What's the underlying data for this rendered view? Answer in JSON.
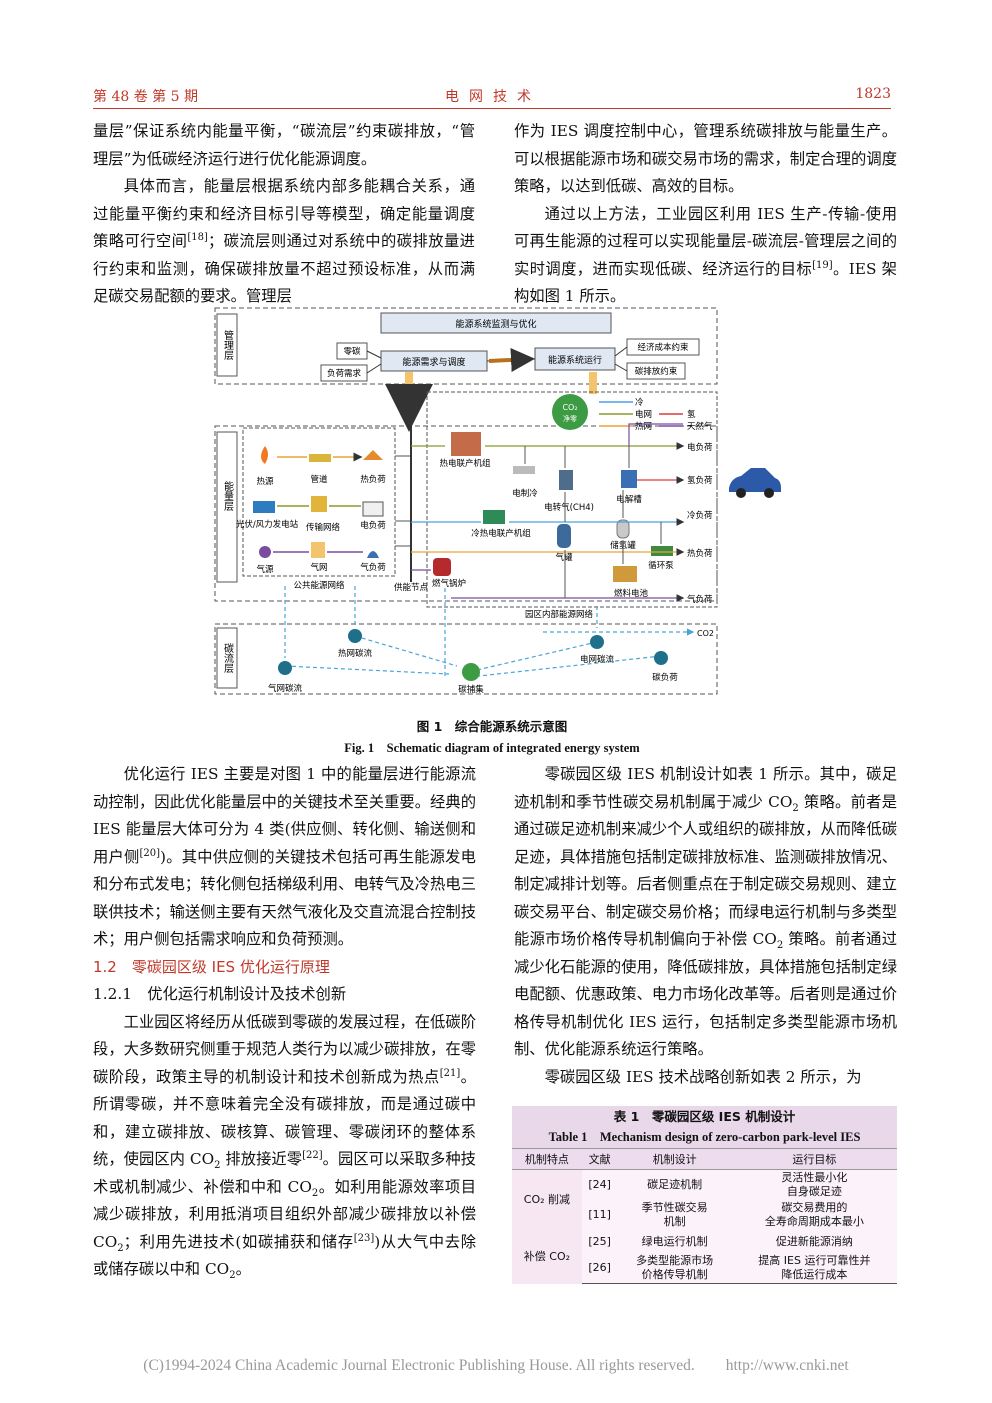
{
  "header": {
    "left": "第 48 卷 第 5 期",
    "center": "电网技术",
    "right": "1823"
  },
  "col_left_top": {
    "p1": "量层”保证系统内能量平衡，“碳流层”约束碳排放，“管理层”为低碳经济运行进行优化能源调度。",
    "p2a": "具体而言，能量层根据系统内部多能耦合关系，通过能量平衡约束和经济目标引导等模型，确定能量调度策略可行空间",
    "p2ref": "[18]",
    "p2b": "；碳流层则通过对系统中的碳排放量进行约束和监测，确保碳排放量不超过预设标准，从而满足碳交易配额的要求。管理层"
  },
  "col_right_top": {
    "p1": "作为 IES 调度控制中心，管理系统碳排放与能量生产。可以根据能源市场和碳交易市场的需求，制定合理的调度策略，以达到低碳、高效的目标。",
    "p2a": "通过以上方法，工业园区利用 IES 生产-传输-使用可再生能源的过程可以实现能量层-碳流层-管理层之间的实时调度，进而实现低碳、经济运行的目标",
    "p2ref": "[19]",
    "p2b": "。IES 架构如图 1 所示。"
  },
  "figure": {
    "layers": {
      "mgmt": "管理层",
      "energy": "能量层",
      "carbon": "碳流层"
    },
    "top_box": "能源系统监测与优化",
    "demand_box": "能源需求与调度",
    "op_box": "能源系统运行",
    "zero": "零碳",
    "load_demand": "负荷需求",
    "econ": "经济成本约束",
    "carbon_c": "碳排放约束",
    "co2_badge": "净零",
    "legend": [
      "冷",
      "电网",
      "热网",
      "氢",
      "天然气"
    ],
    "sources": [
      "热源",
      "光伏/风力发电站",
      "气源"
    ],
    "pipes": [
      "管道",
      "传输网络",
      "气网"
    ],
    "loads_left": [
      "热负荷",
      "电负荷",
      "气负荷"
    ],
    "public_net": "公共能源网络",
    "supply_node": "供能节点",
    "chp": "热电联产机组",
    "e_cool": "电制冷",
    "p2g": "电转气(CH4)",
    "electrolyzer": "电解槽",
    "cchp": "冷热电联产机组",
    "gas_tank": "气罐",
    "h2_tank": "储氢罐",
    "heat_pump": "循环泵",
    "boiler": "燃气锅炉",
    "fuel_cell": "燃料电池",
    "park_net": "园区内部能源网络",
    "loads_right": [
      "电负荷",
      "氢负荷",
      "冷负荷",
      "热负荷",
      "气负荷"
    ],
    "co2_label": "CO2",
    "carbon_items": [
      "热网碳流",
      "气网碳流",
      "碳捕集",
      "电网碳流",
      "碳负荷"
    ]
  },
  "fig_caption_cn": "图 1　综合能源系统示意图",
  "fig_caption_en": "Fig. 1　Schematic diagram of integrated energy system",
  "col_left_bottom": {
    "p1a": "优化运行 IES 主要是对图 1 中的能量层进行能源流动控制，因此优化能量层中的关键技术至关重要。经典的 IES 能量层大体可分为 4 类(供应侧、转化侧、输送侧和用户侧",
    "p1ref": "[20]",
    "p1b": ")。其中供应侧的关键技术包括可再生能源发电和分布式发电；转化侧包括梯级利用、电转气及冷热电三联供技术；输送侧主要有天然气液化及交直流混合控制技术；用户侧包括需求响应和负荷预测。",
    "sec_num": "1.2",
    "sec_title": "零碳园区级 IES 优化运行原理",
    "sub_num": "1.2.1",
    "sub_title": "优化运行机制设计及技术创新",
    "p2a": "工业园区将经历从低碳到零碳的发展过程，在低碳阶段，大多数研究侧重于规范人类行为以减少碳排放，在零碳阶段，政策主导的机制设计和技术创新成为热点",
    "p2ref": "[21]",
    "p2b": "。所谓零碳，并不意味着完全没有碳排放，而是通过碳中和，建立碳排放、碳核算、碳管理、零碳闭环的整体系统，使园区内 CO",
    "p2c": " 排放接近零",
    "p2ref2": "[22]",
    "p2d": "。园区可以采取多种技术或机制减少、补偿和中和 CO",
    "p2e": "。如利用能源效率项目减少碳排放，利用抵消项目组织外部减少碳排放以补偿 CO",
    "p2f": "；利用先进技术(如碳捕获和储存",
    "p2ref3": "[23]",
    "p2g": ")从大气中去除或储存碳以中和 CO",
    "p2h": "。"
  },
  "col_right_bottom": {
    "p1a": "零碳园区级 IES 机制设计如表 1 所示。其中，碳足迹机制和季节性碳交易机制属于减少 CO",
    "p1b": " 策略。前者是通过碳足迹机制来减少个人或组织的碳排放，从而降低碳足迹，具体措施包括制定碳排放标准、监测碳排放情况、制定减排计划等。后者侧重点在于制定碳交易规则、建立碳交易平台、制定碳交易价格；而绿电运行机制与多类型能源市场价格传导机制偏向于补偿 CO",
    "p1c": " 策略。前者通过减少化石能源的使用，降低碳排放，具体措施包括制定绿电配额、优惠政策、电力市场化改革等。后者则是通过价格传导机制优化 IES 运行，包括制定多类型能源市场机制、优化能源系统运行策略。",
    "p2": "零碳园区级 IES 技术战略创新如表 2 所示，为"
  },
  "table1": {
    "title_cn": "表 1　零碳园区级 IES 机制设计",
    "title_en": "Table 1　Mechanism design of zero-carbon park-level IES",
    "headers": [
      "机制特点",
      "文献",
      "机制设计",
      "运行目标"
    ],
    "group1": "CO₂ 削减",
    "group2": "补偿 CO₂",
    "rows": [
      {
        "ref": "[24]",
        "design": "碳足迹机制",
        "goal1": "灵活性最小化",
        "goal2": "自身碳足迹"
      },
      {
        "ref": "[11]",
        "design1": "季节性碳交易",
        "design2": "机制",
        "goal1": "碳交易费用的",
        "goal2": "全寿命周期成本最小"
      },
      {
        "ref": "[25]",
        "design": "绿电运行机制",
        "goal": "促进新能源消纳"
      },
      {
        "ref": "[26]",
        "design1": "多类型能源市场",
        "design2": "价格传导机制",
        "goal1": "提高 IES 运行可靠性并",
        "goal2": "降低运行成本"
      }
    ]
  },
  "footer": "(C)1994-2024 China Academic Journal Electronic Publishing House. All rights reserved.　　http://www.cnki.net",
  "sub2": "2",
  "colors": {
    "accent": "#c0392b",
    "table_band": "#ecdcee"
  }
}
